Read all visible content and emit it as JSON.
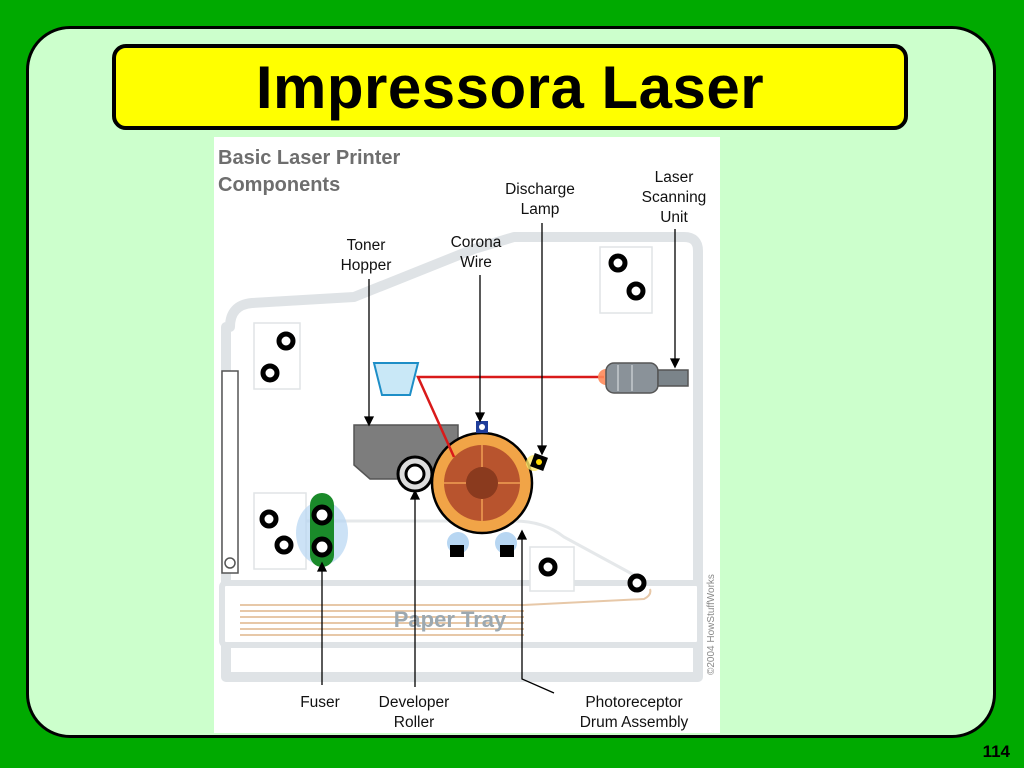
{
  "slide": {
    "title": "Impressora Laser",
    "page_number": "114"
  },
  "figure": {
    "heading_line1": "Basic Laser Printer",
    "heading_line2": "Components",
    "labels": {
      "discharge_lamp_1": "Discharge",
      "discharge_lamp_2": "Lamp",
      "laser_unit_1": "Laser",
      "laser_unit_2": "Scanning",
      "laser_unit_3": "Unit",
      "toner_hopper_1": "Toner",
      "toner_hopper_2": "Hopper",
      "corona_wire_1": "Corona",
      "corona_wire_2": "Wire",
      "paper_tray": "Paper Tray",
      "fuser": "Fuser",
      "developer_roller_1": "Developer",
      "developer_roller_2": "Roller",
      "drum_1": "Photoreceptor",
      "drum_2": "Drum Assembly"
    },
    "copyright": "©2004 HowStuffWorks"
  }
}
